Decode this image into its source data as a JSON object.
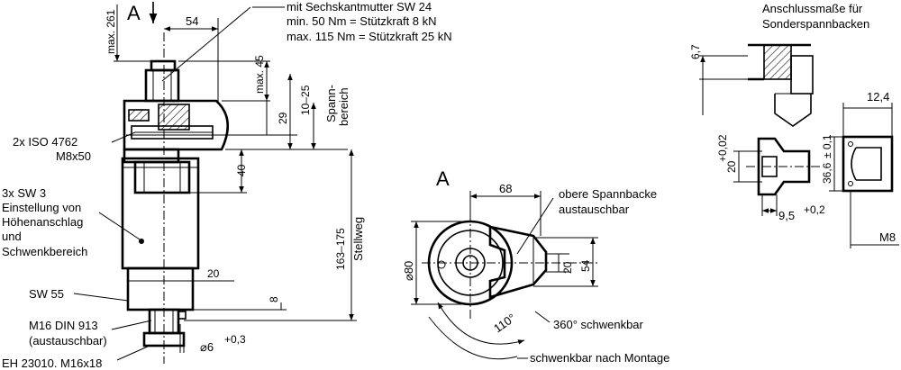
{
  "view_label": "A",
  "main_view": {
    "dim_top_54": "54",
    "dim_max261": "max. 261",
    "dim_max45": "max. 45",
    "dim_10_25": "10–25",
    "dim_29": "29",
    "dim_40": "40",
    "dim_163_175": "163–175",
    "dim_20": "20",
    "dim_8": "8",
    "spannbereich": [
      "Spann-",
      "bereich"
    ],
    "stellweg": "Stellweg",
    "nut_note": [
      "mit Sechskantmutter SW 24",
      "min. 50 Nm = Stützkraft 8 kN",
      "max. 115 Nm = Stützkraft 25 kN"
    ],
    "iso_note": [
      "2x ISO 4762",
      "M8x50"
    ],
    "sw3_note": [
      "3x SW 3",
      "Einstellung von",
      "Höhenanschlag",
      "und",
      "Schwenkbereich"
    ],
    "sw55": "SW 55",
    "m16_note": [
      "M16 DIN 913",
      "(austauschbar)"
    ],
    "eh_note": "EH 23010. M16x18",
    "dia6": "⌀6",
    "dia6_tol": "+0,3"
  },
  "view_a": {
    "label": "A",
    "dim_68": "68",
    "dia80": "⌀80",
    "dim_20": "20",
    "dim_54": "54",
    "angle_110": "110°",
    "jaw_note": [
      "obere Spannbacke",
      "austauschbar"
    ],
    "swivel_360": "360° schwenkbar",
    "swivel_after": "schwenkbar nach Montage"
  },
  "detail": {
    "title": [
      "Anschlussmaße für",
      "Sonderspannbacken"
    ],
    "dim_6_7": "6,7",
    "dim_12_4": "12,4",
    "dim_20": "20",
    "dim_20_tol": "+0,02",
    "dim_36_6": "36,6",
    "dim_36_6_tol": "± 0,1",
    "dim_9_5": "9,5",
    "dim_9_5_tol": "+0,2",
    "thread": "M8"
  }
}
